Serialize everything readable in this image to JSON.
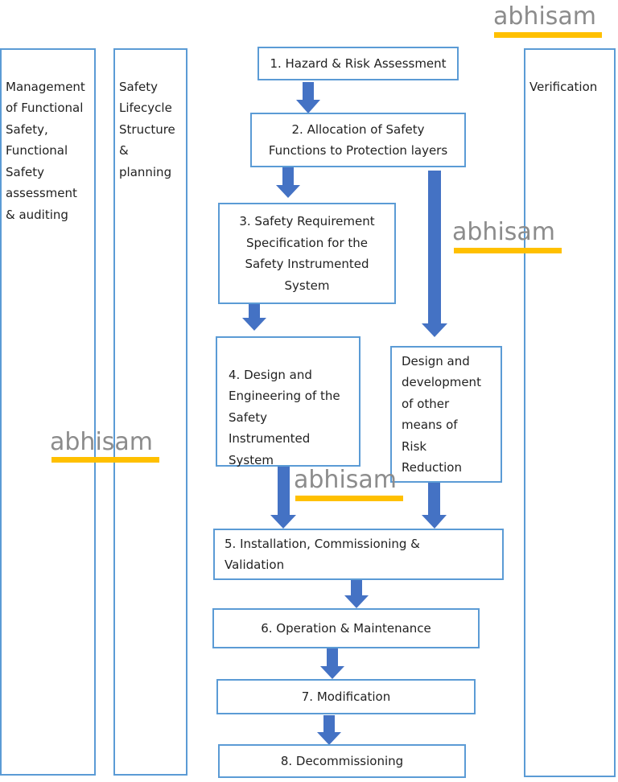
{
  "columns": {
    "management": "Management\nof Functional\nSafety,\nFunctional\nSafety\nassessment\n& auditing",
    "lifecycle": "Safety\nLifecycle\nStructure\n&\nplanning",
    "verification": "Verification"
  },
  "steps": {
    "s1": "1. Hazard & Risk Assessment",
    "s2": "2. Allocation of Safety\nFunctions to Protection layers",
    "s3": "3. Safety Requirement\nSpecification for the\nSafety Instrumented\nSystem",
    "s4": "4. Design and\nEngineering of the\nSafety\nInstrumented\nSystem",
    "other": "Design and\ndevelopment\nof other\nmeans of\nRisk\nReduction",
    "s5": "5. Installation, Commissioning &\nValidation",
    "s6": "6. Operation & Maintenance",
    "s7": "7. Modification",
    "s8": "8. Decommissioning"
  },
  "watermark": "abhisam",
  "colors": {
    "box_border": "#5b9bd5",
    "arrow": "#4472c4",
    "watermark_bar": "#ffc000"
  }
}
